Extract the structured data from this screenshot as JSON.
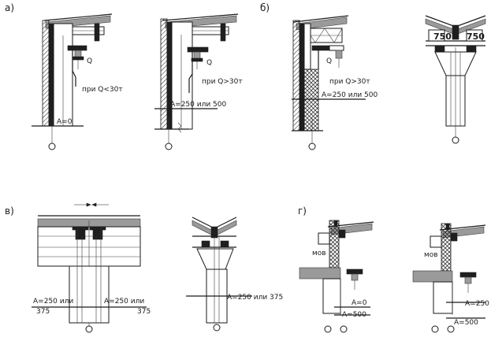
{
  "labels": {
    "a": "а)",
    "b": "б)",
    "v": "в)",
    "g": "г)",
    "q_less": "при Q<30т",
    "q_more_1": "при Q>30т",
    "q_more_2": "при Q>30т",
    "a0_1": "А=0",
    "a250_500_1": "А=250 или 500",
    "a250_500_2": "А=250 или 500",
    "q_1": "Q",
    "q_2": "Q",
    "q_3": "Q",
    "dim_750_left": "750",
    "dim_750_right": "750",
    "v_a250_left": "А=250 или",
    "v_375_left": "375",
    "v_a250_right": "А=250 или",
    "v_375_right": "375",
    "v_a250_375": "А=250 или 375",
    "mos_1": "мов",
    "mos_2": "мов",
    "g_a0": "А=0",
    "g_a500_1": "А=500",
    "g_a250": "А=250",
    "g_a500_2": "А=500"
  }
}
